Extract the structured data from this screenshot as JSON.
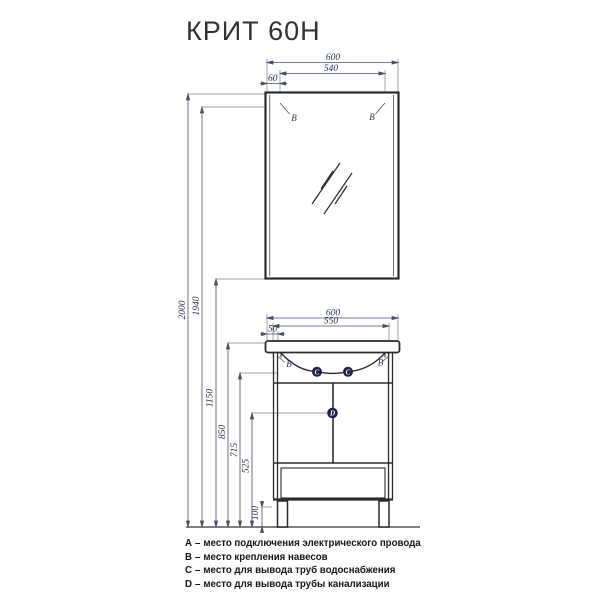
{
  "title": "КРИТ 60Н",
  "dims": {
    "mirror_width": "600",
    "mirror_hook_span": "540",
    "mirror_hook_offset": "60",
    "cab_width": "600",
    "cab_hook_span": "550",
    "cab_hook_offset": "50",
    "h_total": "2000",
    "h_hooks": "1940",
    "h_mirror_bottom": "1150",
    "h_basin": "850",
    "h_water": "715",
    "h_drain": "525",
    "h_legs": "100"
  },
  "markers": {
    "hook": "B",
    "water": "C",
    "drain": "D"
  },
  "legend": {
    "separator": "–",
    "items": [
      {
        "key": "A",
        "text": "место подключения электрического провода"
      },
      {
        "key": "B",
        "text": "место крепления навесов"
      },
      {
        "key": "C",
        "text": "место для вывода труб водоснабжения"
      },
      {
        "key": "D",
        "text": "место для вывода трубы канализации"
      }
    ]
  },
  "colors": {
    "object_line": "#2b2b2b",
    "dim_line": "#4a5068",
    "extension_line": "#7a7f8c",
    "marker_fill": "#1d2247",
    "dim_text": "#2b3152"
  }
}
